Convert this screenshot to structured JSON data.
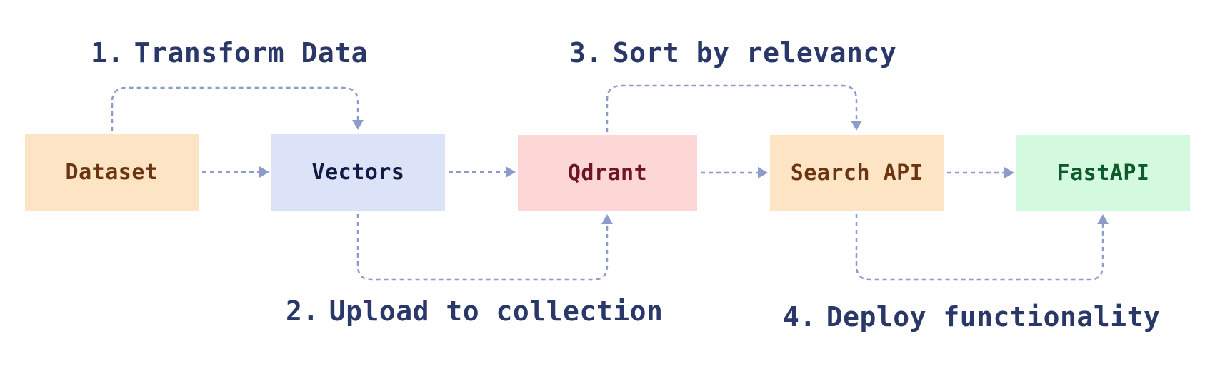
{
  "nodes": {
    "dataset": {
      "label": "Dataset",
      "bg": "#fce4c4",
      "fg": "#6b3512"
    },
    "vectors": {
      "label": "Vectors",
      "bg": "#dce3f8",
      "fg": "#0f1a45"
    },
    "qdrant": {
      "label": "Qdrant",
      "bg": "#fdd6d6",
      "fg": "#6e1520"
    },
    "search": {
      "label": "Search API",
      "bg": "#fce4c4",
      "fg": "#6b3512"
    },
    "fastapi": {
      "label": "FastAPI",
      "bg": "#d3f9de",
      "fg": "#0f5a2b"
    }
  },
  "steps": [
    {
      "number": "1.",
      "text": "Transform Data"
    },
    {
      "number": "2.",
      "text": "Upload to collection"
    },
    {
      "number": "3.",
      "text": "Sort by relevancy"
    },
    {
      "number": "4.",
      "text": "Deploy functionality"
    }
  ],
  "colors": {
    "connector": "#8c9bcb",
    "step_text": "#2a3769"
  }
}
